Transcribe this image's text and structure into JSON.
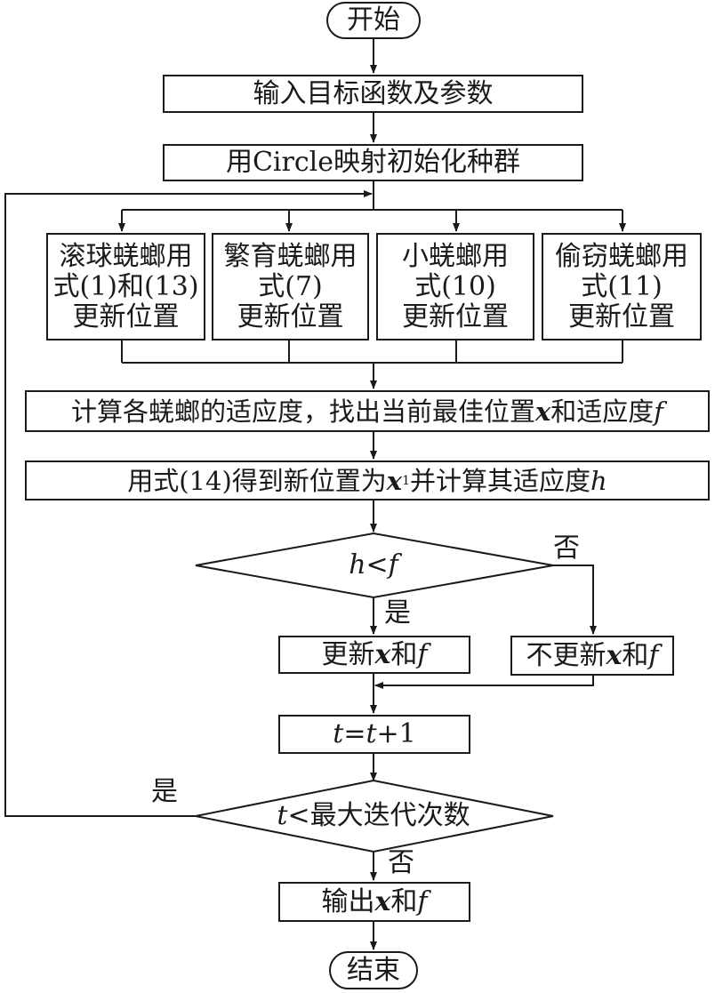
{
  "nodes": {
    "start": "开始",
    "input": "输入目标函数及参数",
    "init": "用Circle映射初始化种群",
    "branch1": {
      "line1": "滚球蜣螂用",
      "line2": "式(1)和(13)",
      "line3": "更新位置"
    },
    "branch2": {
      "line1": "繁育蜣螂用",
      "line2": "式(7)",
      "line3": "更新位置"
    },
    "branch3": {
      "line1": "小蜣螂用",
      "line2": "式(10)",
      "line3": "更新位置"
    },
    "branch4": {
      "line1": "偷窃蜣螂用",
      "line2": "式(11)",
      "line3": "更新位置"
    },
    "fitness": {
      "text": "计算各蜣螂的适应度，找出当前最佳位置",
      "var_x": "x",
      "mid": "和适应度",
      "var_f": "f"
    },
    "newpos": {
      "text": "用式(14)得到新位置为",
      "var_x": "x",
      "sub": "1",
      "mid": "并计算其适应度",
      "var_h": "h"
    },
    "cond1": {
      "var_h": "h",
      "op": "<",
      "var_f": "f"
    },
    "update": {
      "pre": "更新",
      "var_x": "x",
      "mid": "和 ",
      "var_f": "f"
    },
    "noupdate": {
      "pre": "不更新",
      "var_x": "x",
      "mid": "和 ",
      "var_f": "f"
    },
    "increment": {
      "t1": "t",
      "eq": "=",
      "t2": "t",
      "plus": "+1"
    },
    "cond2": {
      "var_t": "t",
      "text": "<最大迭代次数"
    },
    "output": {
      "pre": "输出",
      "var_x": "x",
      "mid": "和 ",
      "var_f": "f"
    },
    "end": "结束"
  },
  "edge_labels": {
    "cond1_no": "否",
    "cond1_yes": "是",
    "cond2_yes": "是",
    "cond2_no": "否"
  }
}
